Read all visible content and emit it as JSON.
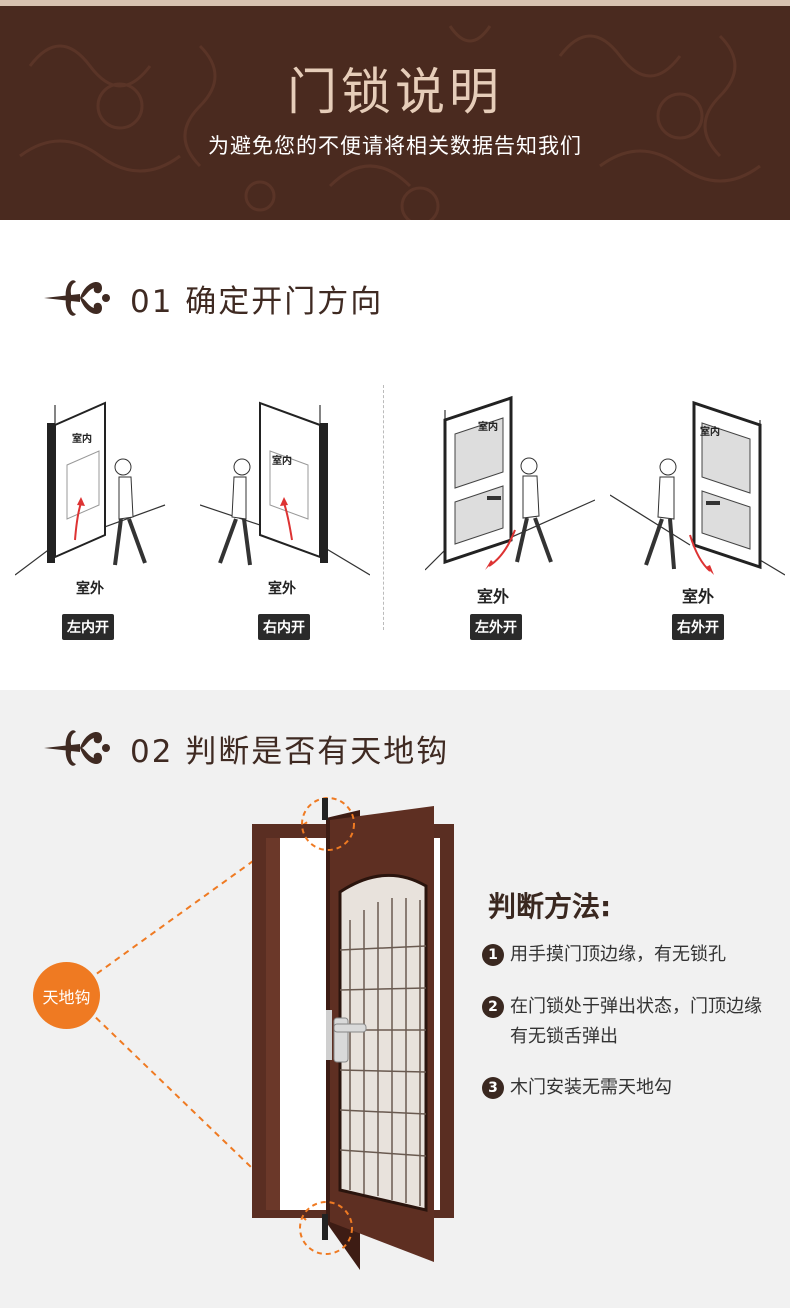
{
  "banner": {
    "title": "门锁说明",
    "subtitle": "为避免您的不便请将相关数据告知我们"
  },
  "section1": {
    "heading": "01 确定开门方向",
    "doors": [
      {
        "inside": "室内",
        "outside": "室外",
        "tag": "左内开"
      },
      {
        "inside": "室内",
        "outside": "室外",
        "tag": "右内开"
      },
      {
        "inside": "室内",
        "outside": "室外",
        "tag": "左外开"
      },
      {
        "inside": "室内",
        "outside": "室外",
        "tag": "右外开"
      }
    ]
  },
  "section2": {
    "heading": "02 判断是否有天地钩",
    "badge": "天地钩",
    "method_title": "判断方法:",
    "items": [
      {
        "num": "1",
        "text": "用手摸门顶边缘，有无锁孔"
      },
      {
        "num": "2",
        "text": "在门锁处于弹出状态，门顶边缘有无锁舌弹出"
      },
      {
        "num": "3",
        "text": "木门安装无需天地勾"
      }
    ]
  },
  "colors": {
    "banner_bg": "#4a2a1f",
    "heading_text": "#3f2a22",
    "badge_orange": "#ef7a22",
    "door_brown": "#5a2e22"
  }
}
